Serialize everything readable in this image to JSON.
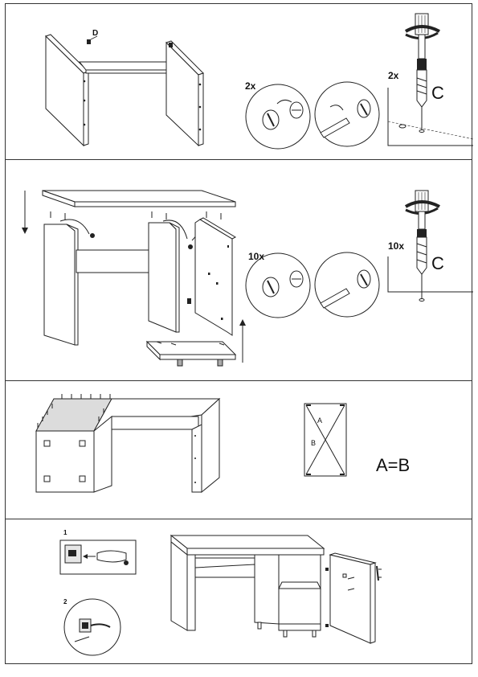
{
  "steps": {
    "step1": {
      "part_label": "D",
      "qty_left": "2x",
      "qty_right": "2x",
      "tool_label": "C"
    },
    "step2": {
      "qty_left": "10x",
      "qty_right": "10x",
      "tool_label": "C"
    },
    "step3": {
      "diag_a": "A",
      "diag_b": "B",
      "equation": "A=B"
    },
    "step4": {
      "sub_1": "1",
      "sub_2": "2"
    }
  }
}
